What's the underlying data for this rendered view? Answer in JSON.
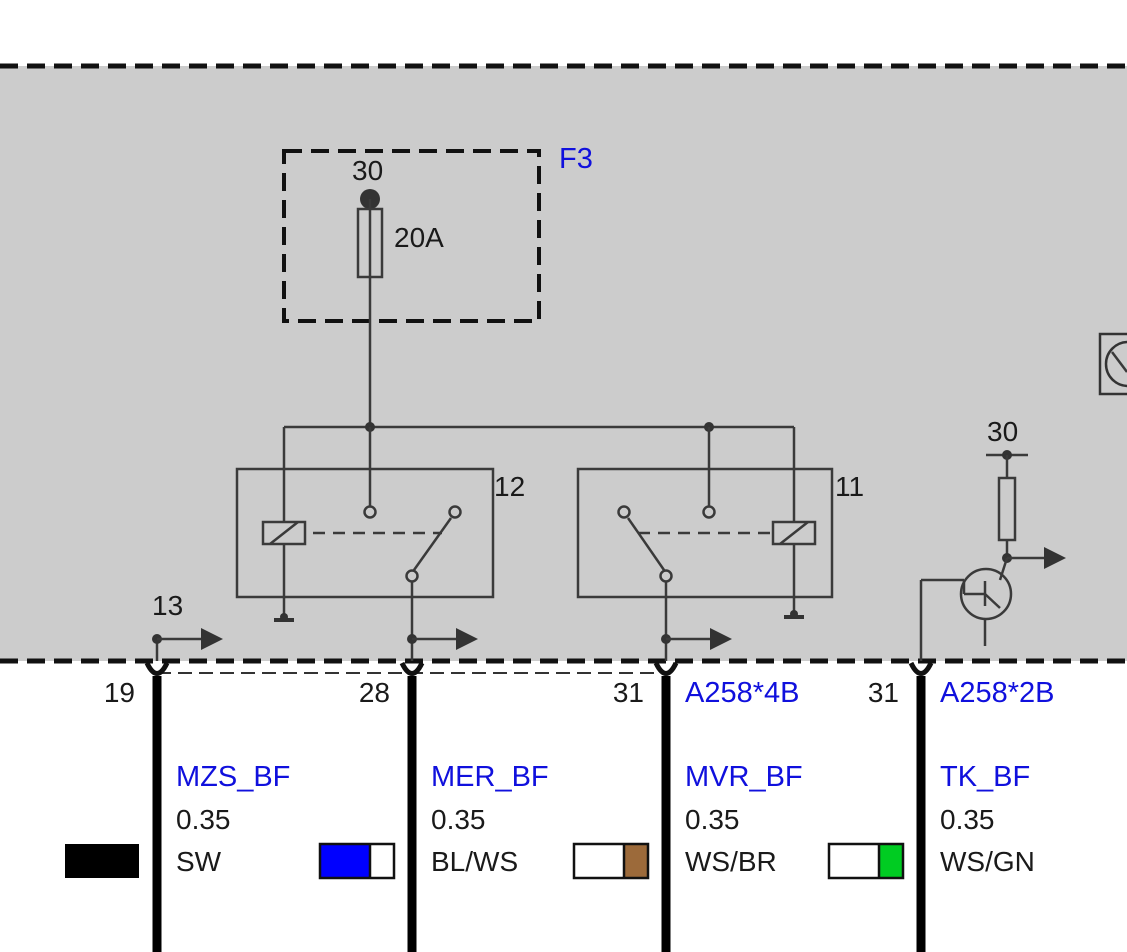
{
  "module": {
    "fuse": {
      "name": "F3",
      "terminal": "30",
      "rating": "20A"
    },
    "relay_left": {
      "pin": "12"
    },
    "relay_right": {
      "pin": "11"
    },
    "transistor": {
      "supply_terminal": "30"
    },
    "output_13": {
      "label": "13"
    }
  },
  "pins": [
    {
      "pin": "19",
      "connector": "",
      "signal": "MZS_BF",
      "gauge": "0.35",
      "color_code": "SW",
      "swatch": [
        "#000000"
      ]
    },
    {
      "pin": "28",
      "connector": "",
      "signal": "MER_BF",
      "gauge": "0.35",
      "color_code": "BL/WS",
      "swatch": [
        "#0000ff",
        "#ffffff"
      ]
    },
    {
      "pin": "31",
      "connector": "A258*4B",
      "signal": "MVR_BF",
      "gauge": "0.35",
      "color_code": "WS/BR",
      "swatch": [
        "#ffffff",
        "#9c6a3a"
      ]
    },
    {
      "pin": "31",
      "connector": "A258*2B",
      "signal": "TK_BF",
      "gauge": "0.35",
      "color_code": "WS/GN",
      "swatch": [
        "#ffffff",
        "#00cc22"
      ]
    }
  ],
  "colors": {
    "module_fill": "#cccccc",
    "wire": "#3a3a3a",
    "label_blue": "#1010dd"
  }
}
